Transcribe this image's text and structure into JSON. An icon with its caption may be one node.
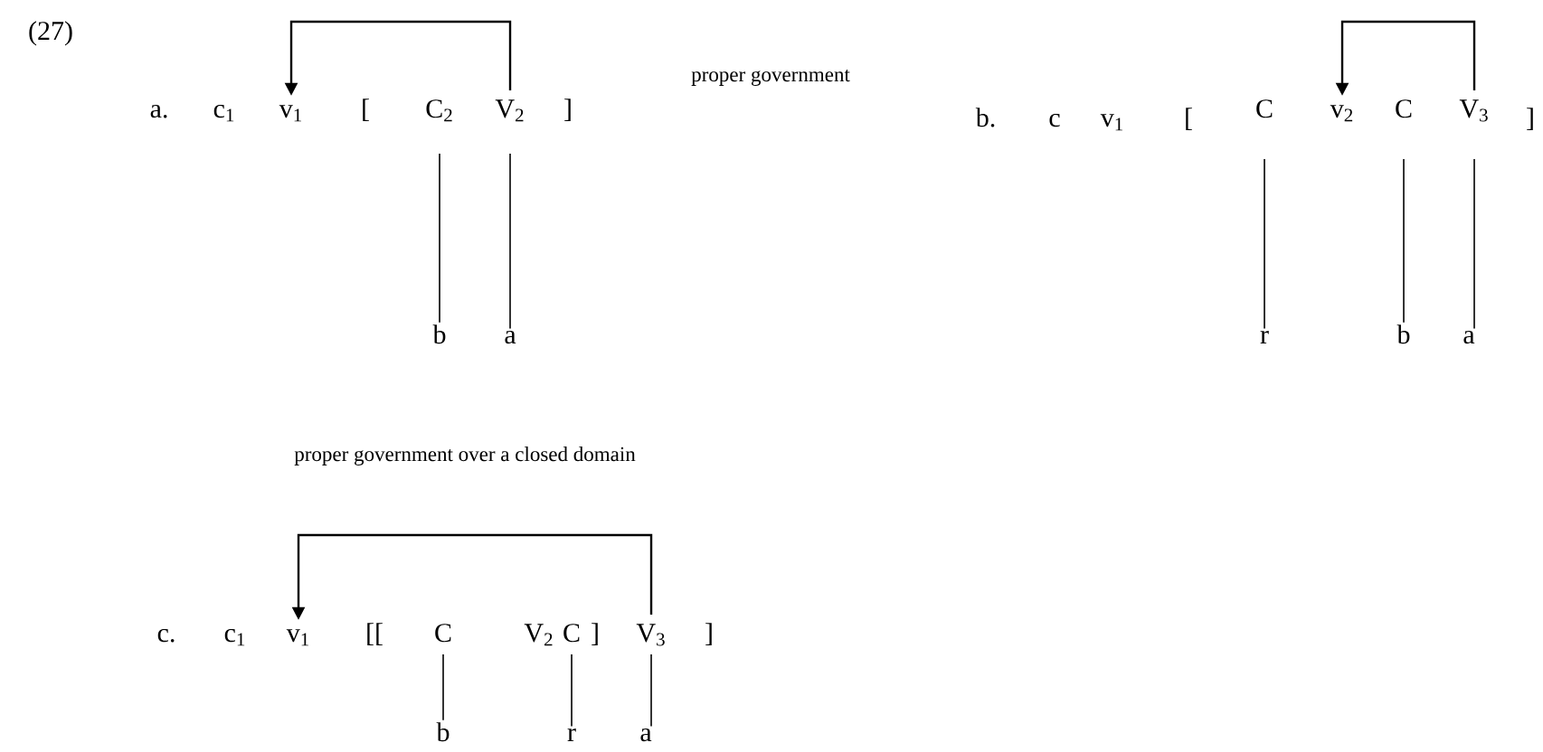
{
  "diagram": {
    "nodes": [
      {
        "text": [
          "v$_{1}$"
        ]
      },
      {
        "text": [
          "C$_{2}$"
        ]
      },
      {
        "text": [
          "V$_{2}$"
        ]
      },
      {
        "text": [
          "b"
        ]
      },
      {
        "text": [
          "a"
        ]
      },
      {
        "text": [
          "C"
        ]
      },
      {
        "text": [
          "v$_{2}$"
        ]
      },
      {
        "text": [
          "C"
        ]
      },
      {
        "text": [
          "V$_{3}$"
        ]
      },
      {
        "text": [
          "r"
        ]
      },
      {
        "text": [
          "b"
        ]
      },
      {
        "text": [
          "a"
        ]
      },
      {
        "text": [
          "v$_{1}$"
        ]
      },
      {
        "text": [
          "C"
        ]
      },
      {
        "text": [
          "C"
        ]
      },
      {
        "text": [
          "V$_{3}$"
        ]
      },
      {
        "text": [
          "b"
        ]
      },
      {
        "text": [
          "r"
        ]
      },
      {
        "text": [
          "a"
        ]
      }
    ],
    "edges": [
      {
        "from": 2,
        "to": 0,
        "arrow": "to"
      },
      {
        "from": 1,
        "to": 3,
        "arrow": "none"
      },
      {
        "from": 2,
        "to": 4,
        "arrow": "none"
      },
      {
        "from": 8,
        "to": 6,
        "arrow": "to"
      },
      {
        "from": 5,
        "to": 9,
        "arrow": "none"
      },
      {
        "from": 7,
        "to": 10,
        "arrow": "none"
      },
      {
        "from": 8,
        "to": 11,
        "arrow": "none"
      },
      {
        "from": 15,
        "to": 12,
        "arrow": "to"
      },
      {
        "from": 13,
        "to": 16,
        "arrow": "none"
      },
      {
        "from": 14,
        "to": 17,
        "arrow": "none"
      },
      {
        "from": 15,
        "to": 18,
        "arrow": "none"
      }
    ],
    "labels": [
      "(27)",
      "a.",
      "c$_{1}$",
      "[",
      "]",
      "proper government",
      "b.",
      "c",
      "v$_{1}$",
      "[",
      "]",
      "proper government over a closed domain",
      "c.",
      "c$_{1}$",
      "[[",
      "V$_{2}$",
      "]",
      "]"
    ]
  }
}
